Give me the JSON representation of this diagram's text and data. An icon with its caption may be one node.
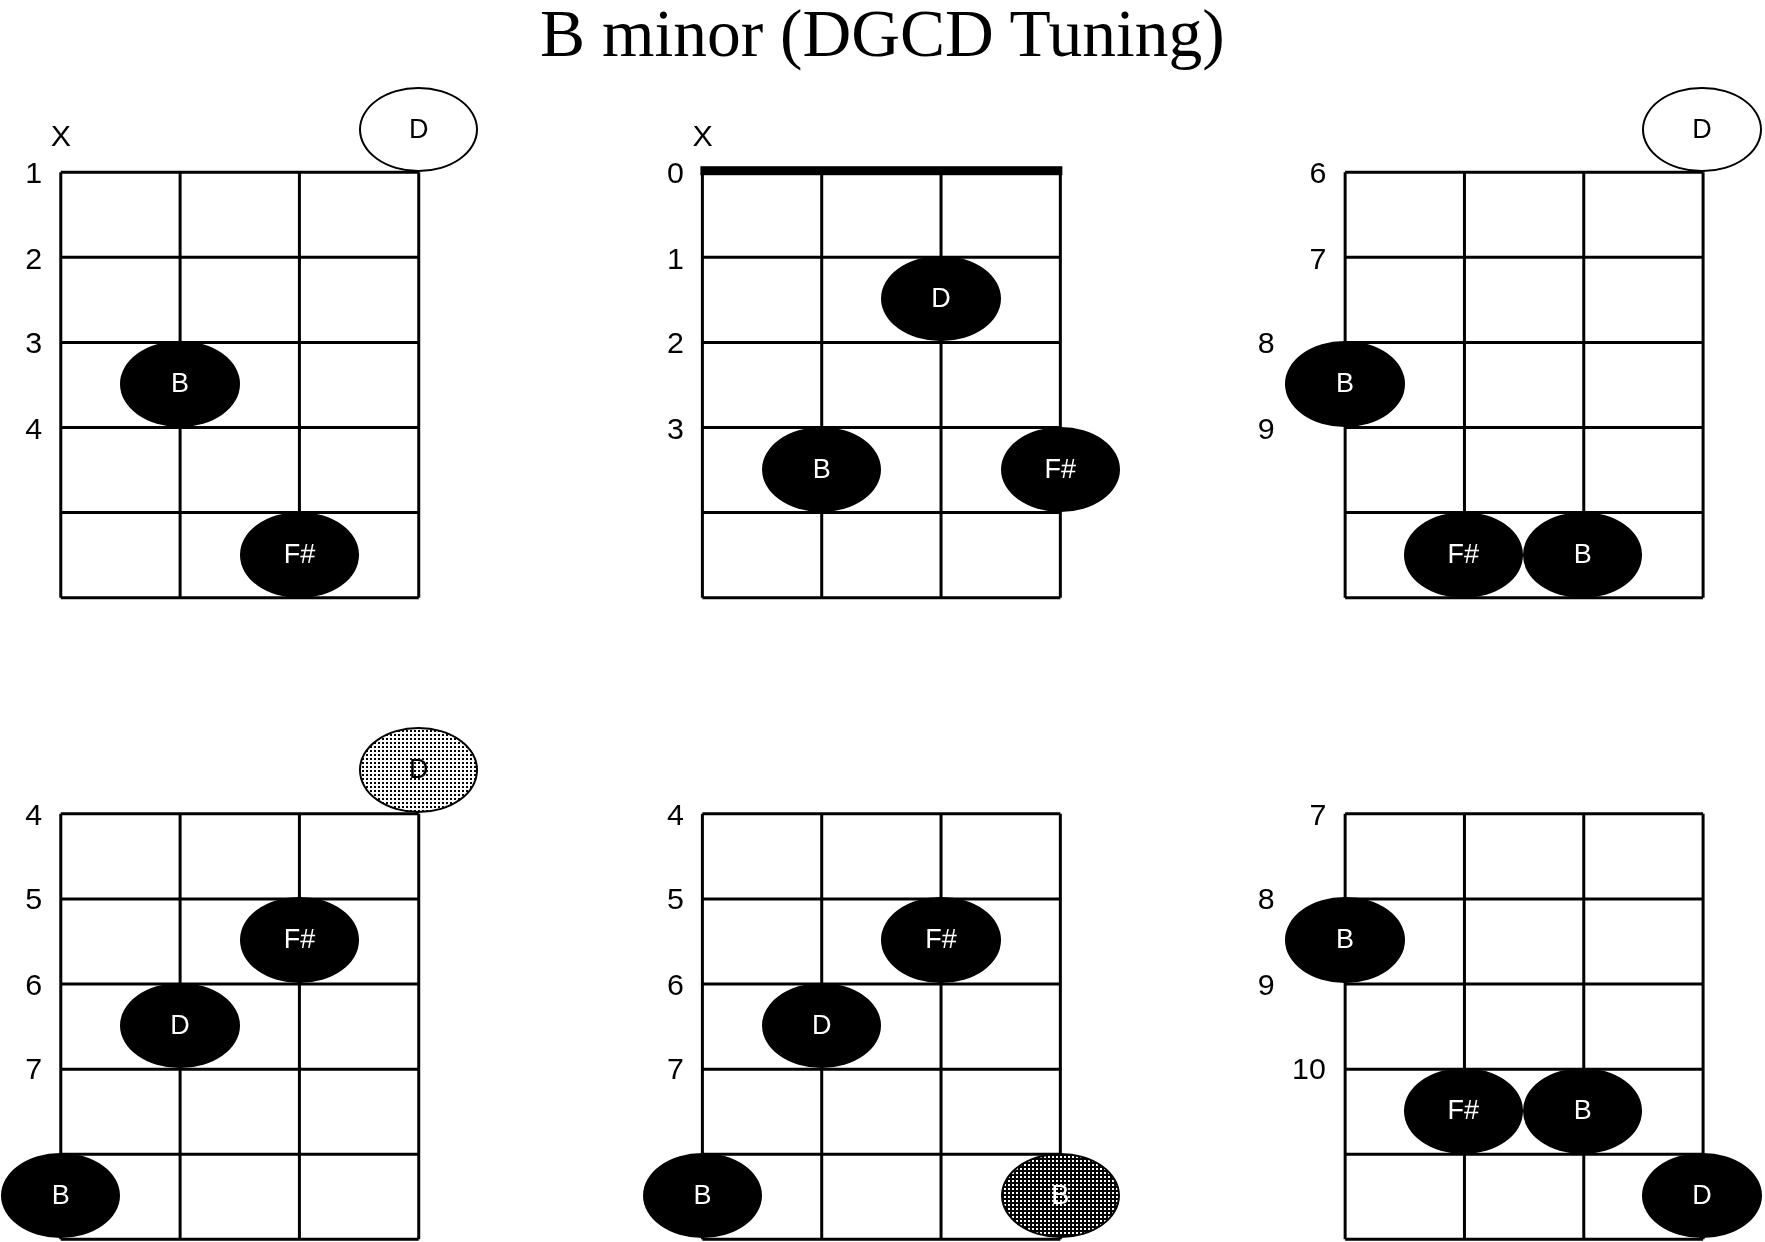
{
  "diagram": {
    "title": "B minor (DGCD Tuning)",
    "nodes": [
      {
        "text": [
          "D"
        ]
      },
      {
        "text": [
          "B"
        ]
      },
      {
        "text": [
          "F#"
        ]
      },
      {
        "text": [
          "D"
        ]
      },
      {
        "text": [
          "B"
        ]
      },
      {
        "text": [
          "F#"
        ]
      },
      {
        "text": [
          "D"
        ]
      },
      {
        "text": [
          "B"
        ]
      },
      {
        "text": [
          "F#"
        ]
      },
      {
        "text": [
          "B"
        ]
      },
      {
        "text": [
          "D"
        ]
      },
      {
        "text": [
          "F#"
        ]
      },
      {
        "text": [
          "D"
        ]
      },
      {
        "text": [
          "B"
        ]
      },
      {
        "text": [
          "F#"
        ]
      },
      {
        "text": [
          "D"
        ]
      },
      {
        "text": [
          "B"
        ]
      },
      {
        "text": [
          "B"
        ]
      },
      {
        "text": [
          "B"
        ]
      },
      {
        "text": [
          "F#"
        ]
      },
      {
        "text": [
          "B"
        ]
      },
      {
        "text": [
          "D"
        ]
      }
    ],
    "edges": [],
    "labels": [
      "X",
      "1",
      "2",
      "3",
      "4",
      "X",
      "0",
      "1",
      "2",
      "3",
      "6",
      "7",
      "8",
      "9",
      "4",
      "5",
      "6",
      "7",
      "4",
      "5",
      "6",
      "7",
      "7",
      "8",
      "9",
      "10"
    ]
  }
}
